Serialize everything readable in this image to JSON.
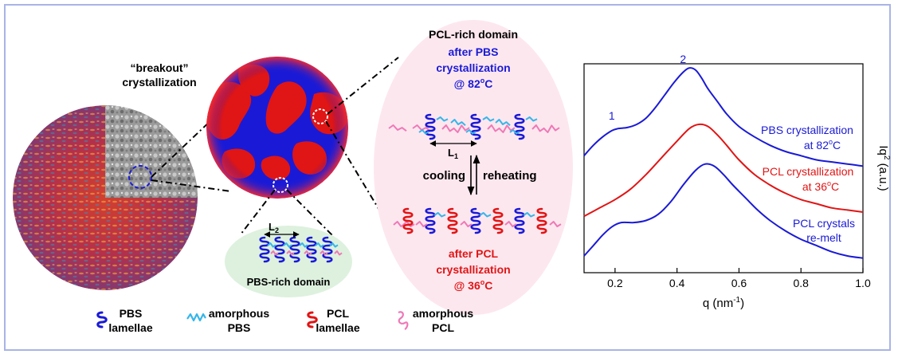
{
  "colors": {
    "frame": "#a9b4e6",
    "pbs": "#1a1ad6",
    "pcl": "#e01515",
    "amorphous_pbs": "#35b6ea",
    "amorphous_pcl": "#ef78b6",
    "pcl_domain_bg": "#fde7ef",
    "pbs_domain_bg": "#ddf1de"
  },
  "icons": [
    "pbs-lamellae-icon",
    "amorphous-pbs-icon",
    "pcl-lamellae-icon",
    "amorphous-pcl-icon",
    "double-arrow-icon"
  ],
  "left": {
    "breakout_line1": "“breakout”",
    "breakout_line2": "crystallization",
    "l2_label": "L",
    "l2_sub": "2",
    "pbs_domain_label": "PBS-rich domain"
  },
  "middle": {
    "title": "PCL-rich domain",
    "after_pbs_1": "after PBS",
    "after_pbs_2": "crystallization",
    "after_pbs_3": "@ 82",
    "after_pbs_3_sup": "o",
    "after_pbs_3_tail": "C",
    "l1_label": "L",
    "l1_sub": "1",
    "cooling": "cooling",
    "reheating": "reheating",
    "after_pcl_1": "after PCL",
    "after_pcl_2": "crystallization",
    "after_pcl_3": "@ 36",
    "after_pcl_3_sup": "o",
    "after_pcl_3_tail": "C"
  },
  "legend": {
    "pbs_lamellae_1": "PBS",
    "pbs_lamellae_2": "lamellae",
    "amorphous_pbs_1": "amorphous",
    "amorphous_pbs_2": "PBS",
    "pcl_lamellae_1": "PCL",
    "pcl_lamellae_2": "lamellae",
    "amorphous_pcl_1": "amorphous",
    "amorphous_pcl_2": "PCL"
  },
  "chart_data": {
    "type": "line",
    "xlabel": "q (nm",
    "xlabel_sup": "-1",
    "xlabel_tail": ")",
    "ylabel": "Iq",
    "ylabel_sup": "2",
    "ylabel_tail": " (a.u.)",
    "xlim": [
      0.1,
      1.0
    ],
    "xticks": [
      "0.2",
      "0.4",
      "0.6",
      "0.8",
      "1.0"
    ],
    "xtick_values": [
      0.2,
      0.4,
      0.6,
      0.8,
      1.0
    ],
    "ylim": [
      0,
      100
    ],
    "grid": false,
    "peak_labels": [
      {
        "text": "1",
        "x": 0.21,
        "y": 71
      },
      {
        "text": "2",
        "x": 0.44,
        "y": 98
      }
    ],
    "series": [
      {
        "name": "PBS crystallization",
        "name2": "at 82",
        "name2_sup": "o",
        "name2_tail": "C",
        "color": "#1a1ad6",
        "x": [
          0.1,
          0.13,
          0.16,
          0.19,
          0.21,
          0.24,
          0.27,
          0.3,
          0.33,
          0.36,
          0.39,
          0.42,
          0.44,
          0.46,
          0.48,
          0.5,
          0.53,
          0.56,
          0.6,
          0.65,
          0.7,
          0.75,
          0.8,
          0.85,
          0.9,
          0.95,
          1.0
        ],
        "y": [
          56,
          61,
          65,
          68,
          69,
          69.5,
          71,
          74,
          79,
          85,
          91,
          96,
          98,
          97,
          93,
          88,
          82,
          76,
          70,
          65,
          61,
          58,
          56,
          54,
          53,
          52,
          51
        ]
      },
      {
        "name": "PCL crystallization",
        "name2": "at 36",
        "name2_sup": "o",
        "name2_tail": "C",
        "color": "#e01515",
        "x": [
          0.1,
          0.15,
          0.2,
          0.25,
          0.3,
          0.35,
          0.4,
          0.44,
          0.47,
          0.5,
          0.53,
          0.56,
          0.6,
          0.65,
          0.7,
          0.75,
          0.8,
          0.85,
          0.9,
          0.95,
          1.0
        ],
        "y": [
          27,
          31,
          35,
          40,
          47,
          55,
          63,
          69,
          71,
          70,
          66,
          61,
          54,
          47,
          42,
          38,
          35,
          33,
          31,
          30,
          29
        ]
      },
      {
        "name": "PCL crystals",
        "name2": "re-melt",
        "color": "#1a1ad6",
        "x": [
          0.1,
          0.13,
          0.16,
          0.19,
          0.22,
          0.26,
          0.3,
          0.34,
          0.38,
          0.42,
          0.46,
          0.49,
          0.52,
          0.55,
          0.58,
          0.62,
          0.66,
          0.7,
          0.75,
          0.8,
          0.85,
          0.9,
          0.95,
          1.0
        ],
        "y": [
          8,
          13,
          18,
          22,
          24,
          24,
          25,
          28,
          34,
          42,
          49,
          52,
          51,
          47,
          42,
          36,
          30,
          25,
          20,
          16,
          13,
          10,
          8,
          7
        ]
      }
    ]
  }
}
